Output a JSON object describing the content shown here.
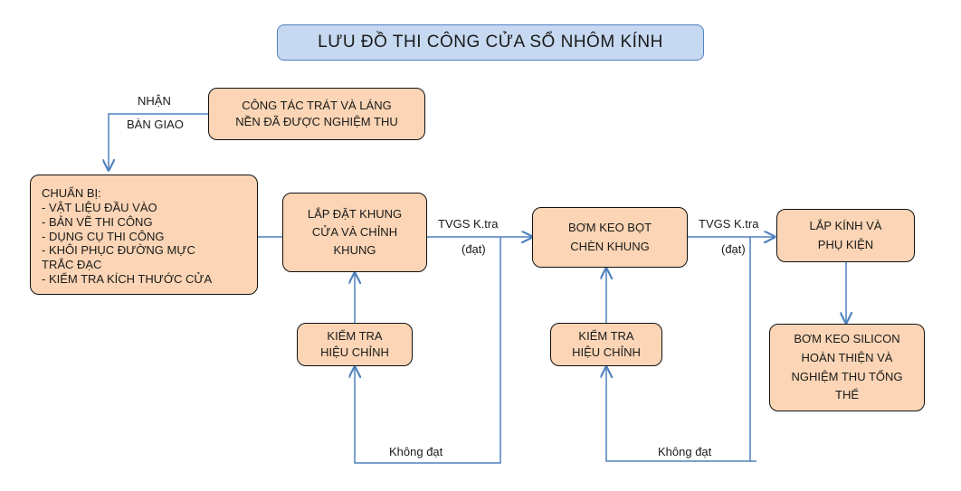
{
  "title": "LƯU ĐỒ THI CÔNG CỬA SỔ NHÔM KÍNH",
  "colors": {
    "box_fill": "#fbd5b5",
    "box_border": "#111111",
    "title_fill": "#c6d9f1",
    "title_border": "#4f81bd",
    "arrow": "#4f81bd"
  },
  "boxes": {
    "acceptance": {
      "lines": [
        "CÔNG TÁC TRÁT VÀ LÁNG",
        "NỀN ĐÃ ĐƯỢC NGHIỆM THU"
      ]
    },
    "prepare": {
      "lines": [
        "CHUẨN BỊ:",
        "- VẬT LIỆU ĐẦU VÀO",
        "- BẢN VẼ THI CÔNG",
        "- DỤNG CỤ THI CÔNG",
        "- KHÔI PHỤC ĐƯỜNG MỰC",
        "TRẮC ĐẠC",
        "- KIỂM TRA KÍCH THƯỚC CỬA"
      ]
    },
    "frame": {
      "lines": [
        "LẮP ĐẶT KHUNG",
        "CỬA VÀ CHỈNH",
        "KHUNG"
      ]
    },
    "foam": {
      "lines": [
        "BƠM KEO BỌT",
        "CHÈN KHUNG"
      ]
    },
    "glass": {
      "lines": [
        "LẮP KÍNH VÀ",
        "PHỤ KIỆN"
      ]
    },
    "silicon": {
      "lines": [
        "BƠM KEO SILICON",
        "HOÀN THIỆN VÀ",
        "NGHIỆM THU TỔNG",
        "THỂ"
      ]
    },
    "check1": {
      "lines": [
        "KIỂM TRA",
        "HIỆU CHỈNH"
      ]
    },
    "check2": {
      "lines": [
        "KIỂM TRA",
        "HIỆU CHỈNH"
      ]
    }
  },
  "labels": {
    "receive_1": "NHẬN",
    "receive_2": "BÀN GIAO",
    "tvgs_1": "TVGS K.tra",
    "pass_1": "(đạt)",
    "tvgs_2": "TVGS K.tra",
    "pass_2": "(đạt)",
    "fail_1": "Không đạt",
    "fail_2": "Không đạt"
  }
}
